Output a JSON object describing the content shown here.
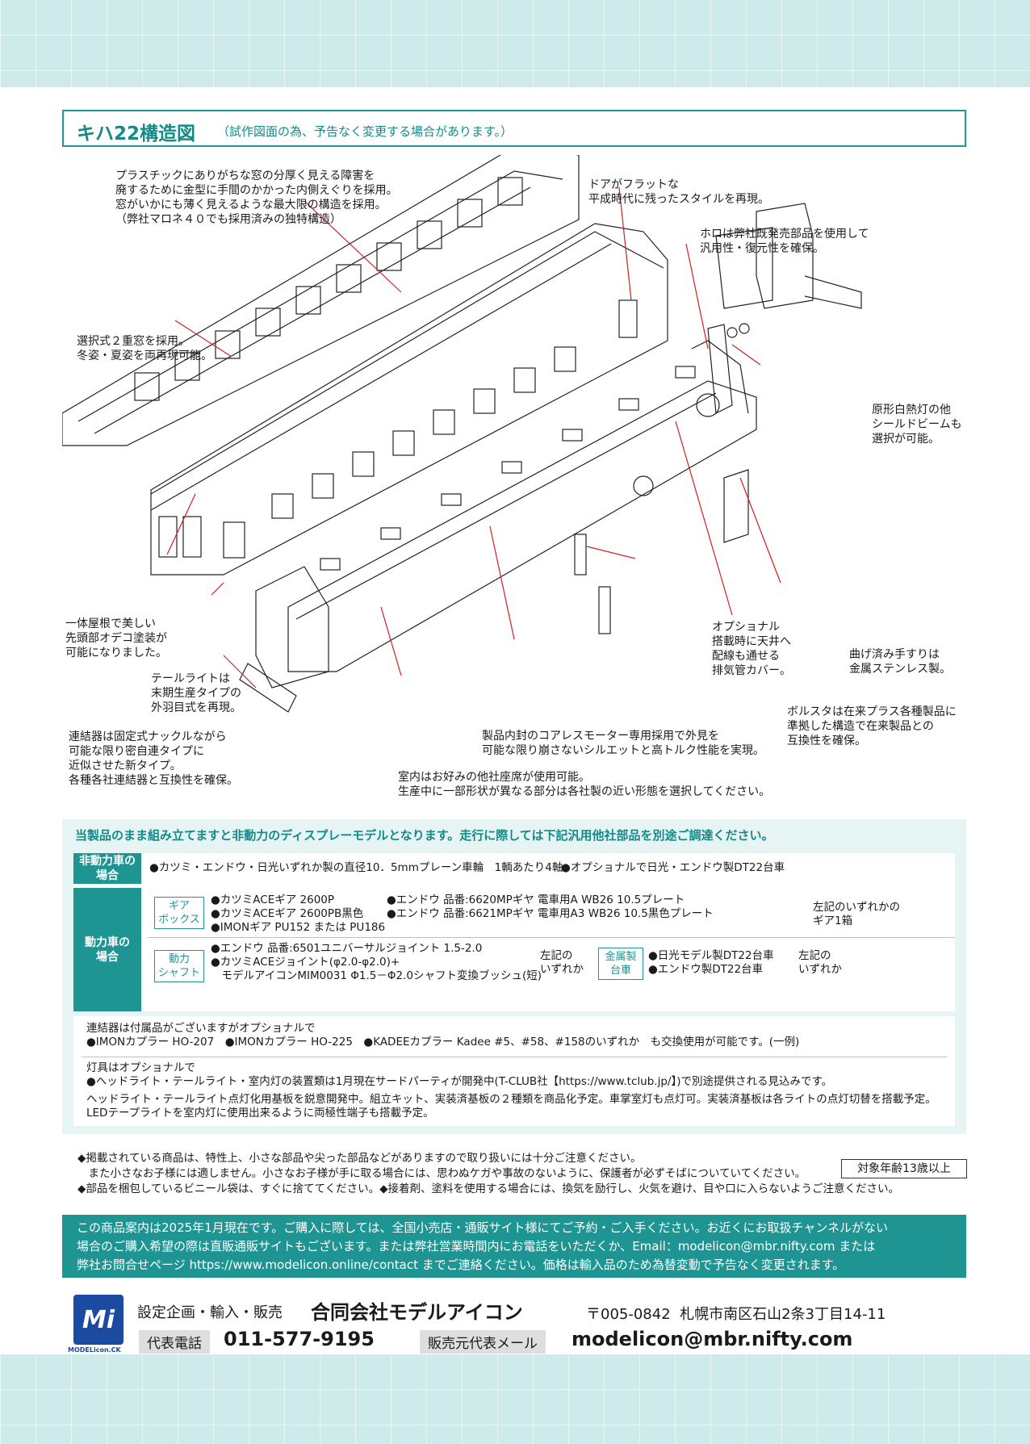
{
  "title": {
    "main": "キハ22構造図",
    "sub": "（試作図面の為、予告なく変更する場合があります。）"
  },
  "annotations": {
    "window": "プラスチックにありがちな窓の分厚く見える障害を\n廃するために金型に手間のかかった内側えぐりを採用。\n窓がいかにも薄く見えるような最大限の構造を採用。\n（弊社マロネ４０でも採用済みの独特構造）",
    "door": "ドアがフラットな\n平成時代に残ったスタイルを再現。",
    "horo": "ホロは弊社既発売部品を使用して\n汎用性・復元性を確保。",
    "double_window": "選択式２重窓を採用。\n冬姿・夏姿を両再現可能。",
    "headlight": "原形白熱灯の他\nシールドビームも\n選択が可能。",
    "roof": "一体屋根で美しい\n先頭部オデコ塗装が\n可能になりました。",
    "exhaust": "オプショナル\n搭載時に天井へ\n配線も通せる\n排気管カバー。",
    "handrail": "曲げ済み手すりは\n金属ステンレス製。",
    "taillight": "テールライトは\n末期生産タイプの\n外羽目式を再現。",
    "bolster": "ボルスタは在来プラス各種製品に\n準拠した構造で在来製品との\n互換性を確保。",
    "coupler": "連結器は固定式ナックルながら\n可能な限り密自連タイプに\n近似させた新タイプ。\n各種各社連結器と互換性を確保。",
    "motor": "製品内封のコアレスモーター専用採用で外見を\n可能な限り崩さないシルエットと高トルク性能を実現。",
    "interior": "室内はお好みの他社座席が使用可能。\n生産中に一部形状が異なる部分は各社製の近い形態を選択してください。"
  },
  "info": {
    "heading": "当製品のまま組み立てますと非動力のディスプレーモデルとなります。走行に際しては下記汎用他社部品を別途ご調達ください。",
    "nonpowered_label": "非動力車の\n場合",
    "nonpowered_text1": "●カツミ・エンドウ・日光いずれか製の直径10．5mmプレーン車輪　1輌あたり4軸",
    "nonpowered_text2": "●オプショナルで日光・エンドウ製DT22台車",
    "powered_label": "動力車の\n場合",
    "gearbox_label": "ギア\nボックス",
    "gearbox_col1": "●カツミACEギア 2600P\n●カツミACEギア 2600PB黒色\n●IMONギア PU152 または PU186",
    "gearbox_col2": "●エンドウ 品番:6620MPギヤ 電車用A WB26 10.5プレート\n●エンドウ 品番:6621MPギヤ 電車用A3 WB26 10.5黒色プレート",
    "gearbox_note": "左記のいずれかの\nギア1箱",
    "shaft_label": "動力\nシャフト",
    "shaft_text": "●エンドウ 品番:6501ユニバーサルジョイント 1.5-2.0\n●カツミACEジョイント(φ2.0-φ2.0)+\n　モデルアイコンMIM0031 Φ1.5－Φ2.0シャフト変換ブッシュ(短)",
    "shaft_note": "左記の\nいずれか",
    "bogie_label": "金属製\n台車",
    "bogie_text": "●日光モデル製DT22台車\n●エンドウ製DT22台車",
    "bogie_note": "左記の\nいずれか",
    "coupler_note": "連結器は付属品がございますがオプショナルで\n●IMONカプラー HO-207　●IMONカプラー HO-225　●KADEEカプラー Kadee #5、#58、#158のいずれか　も交換使用が可能です。(一例)",
    "light_note": "灯具はオプショナルで\n●ヘッドライト・テールライト・室内灯の装置類は1月現在サードパーティが開発中(T-CLUB社【https://www.tclub.jp/】)で別途提供される見込みです。",
    "light_note2": "ヘッドライト・テールライト点灯化用基板を鋭意開発中。組立キット、実装済基板の２種類を商品化予定。車掌室灯も点灯可。実装済基板は各ライトの点灯切替を搭載予定。\nLEDテープライトを室内灯に使用出来るように両極性端子も搭載予定。"
  },
  "warnings": {
    "line1": "◆掲載されている商品は、特性上、小さな部品や尖った部品などがありますので取り扱いには十分ご注意ください。",
    "line2": "　また小さなお子様には適しません。小さなお子様が手に取る場合には、思わぬケガや事故のないように、保護者が必ずそばについていてください。",
    "line3": "◆部品を梱包しているビニール袋は、すぐに捨ててください。◆接着剤、塗料を使用する場合には、換気を励行し、火気を避け、目や口に入らないようご注意ください。",
    "age": "対象年齢13歳以上"
  },
  "notice": {
    "line1": "この商品案内は2025年1月現在です。ご購入に際しては、全国小売店・通販サイト様にてご予約・ご入手ください。お近くにお取扱チャンネルがない",
    "line2": "場合のご購入希望の際は直販通販サイトもございます。または弊社営業時間内にお電話をいただくか、Email：modelicon@mbr.nifty.com または",
    "line3": "弊社お問合せページ https://www.modelicon.online/contact までご連絡ください。価格は輸入品のため為替変動で予告なく変更されます。"
  },
  "footer": {
    "logo": "Mi",
    "logo_text": "MODELicon.CK",
    "role": "設定企画・輸入・販売",
    "company": "合同会社モデルアイコン",
    "address": "〒005-0842  札幌市南区石山2条3丁目14-11",
    "phone_label": "代表電話",
    "phone": "011-577-9195",
    "mail_label": "販売元代表メール",
    "mail": "modelicon@mbr.nifty.com"
  }
}
